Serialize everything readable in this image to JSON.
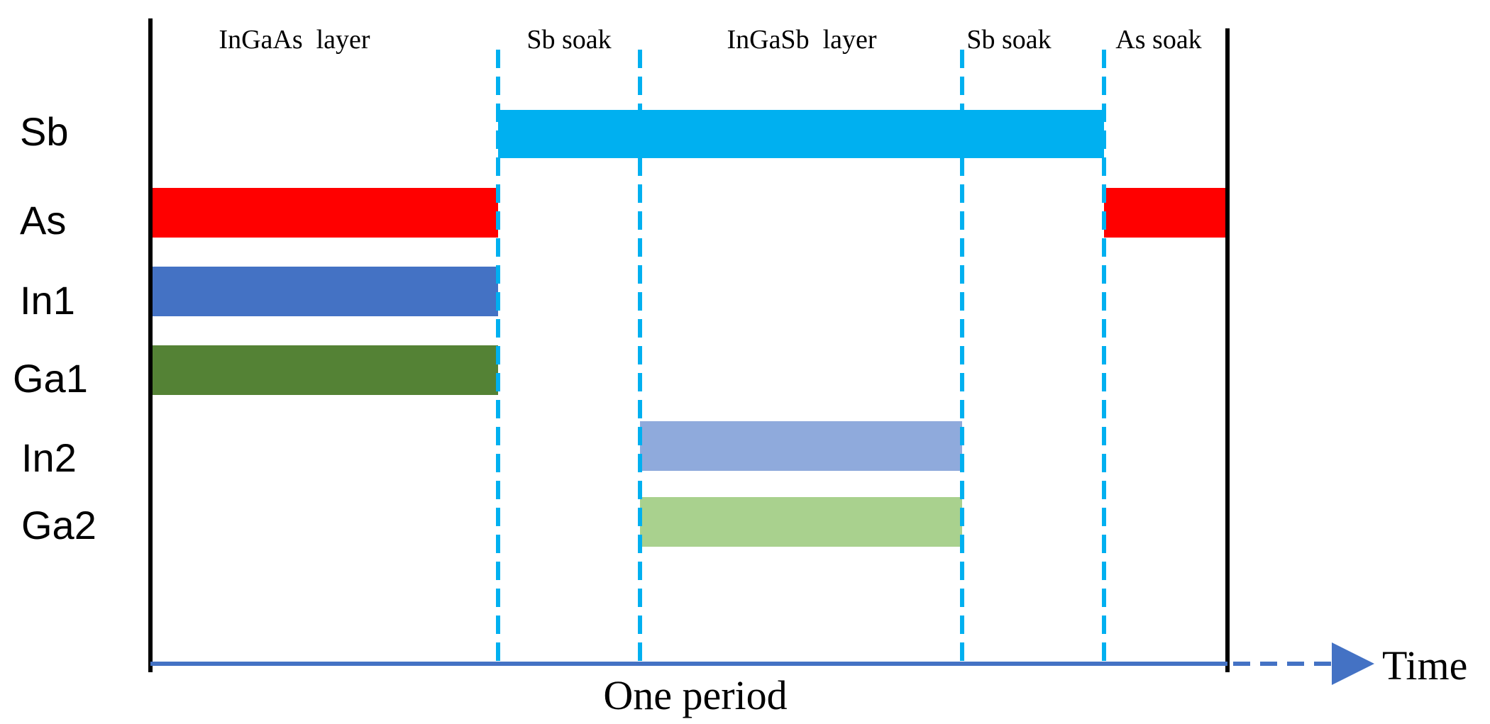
{
  "phases": [
    {
      "label": "InGaAs  layer",
      "start": 0,
      "end": 1
    },
    {
      "label": "Sb soak",
      "start": 1,
      "end": 2
    },
    {
      "label": "InGaSb  layer",
      "start": 2,
      "end": 3
    },
    {
      "label": "Sb soak",
      "start": 3,
      "end": 4
    },
    {
      "label": "As soak",
      "start": 4,
      "end": 5
    }
  ],
  "rows": [
    {
      "label": "Sb"
    },
    {
      "label": "As"
    },
    {
      "label": "In1"
    },
    {
      "label": "Ga1"
    },
    {
      "label": "In2"
    },
    {
      "label": "Ga2"
    }
  ],
  "bars": [
    {
      "row": 0,
      "start": 1,
      "end": 4,
      "color": "#00b0f0"
    },
    {
      "row": 1,
      "start": 0,
      "end": 1,
      "color": "#ff0000"
    },
    {
      "row": 1,
      "start": 4,
      "end": 5,
      "color": "#ff0000"
    },
    {
      "row": 2,
      "start": 0,
      "end": 1,
      "color": "#4472c4"
    },
    {
      "row": 3,
      "start": 0,
      "end": 1,
      "color": "#548235"
    },
    {
      "row": 4,
      "start": 2,
      "end": 3,
      "color": "#8faadc"
    },
    {
      "row": 5,
      "start": 2,
      "end": 3,
      "color": "#a9d18e"
    }
  ],
  "axis": {
    "period_label": "One period",
    "time_label": "Time",
    "axis_color": "#4472c4",
    "boundary_color": "#00b0f0",
    "border_color": "#000000"
  }
}
